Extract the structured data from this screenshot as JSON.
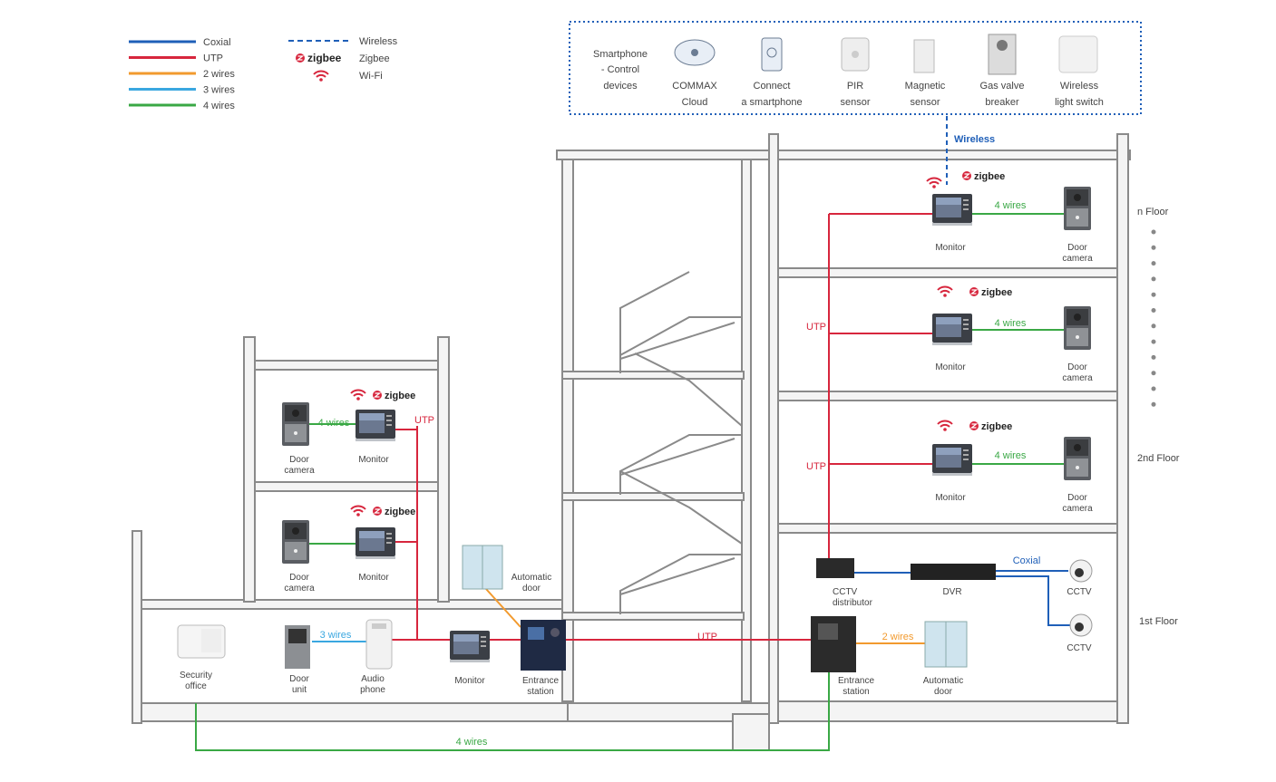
{
  "legend": {
    "items": [
      {
        "label": "Coxial",
        "color": "#1f5fb8"
      },
      {
        "label": "UTP",
        "color": "#d7263d"
      },
      {
        "label": "2 wires",
        "color": "#f29a2e"
      },
      {
        "label": "3 wires",
        "color": "#3aa7e0"
      },
      {
        "label": "4 wires",
        "color": "#3aa845"
      }
    ],
    "wireless": "Wireless",
    "zigbee": "Zigbee",
    "wifi": "Wi-Fi"
  },
  "zigbee_logo": "zigbee",
  "cloud_box": {
    "smartphone_line1": "Smartphone",
    "smartphone_line2": "- Control",
    "smartphone_line3": "devices",
    "items": [
      {
        "line1": "COMMAX",
        "line2": "Cloud"
      },
      {
        "line1": "Connect",
        "line2": "a smartphone"
      },
      {
        "line1": "PIR",
        "line2": "sensor"
      },
      {
        "line1": "Magnetic",
        "line2": "sensor"
      },
      {
        "line1": "Gas valve",
        "line2": "breaker"
      },
      {
        "line1": "Wireless",
        "line2": "light switch"
      }
    ],
    "wireless_label": "Wireless"
  },
  "floors": {
    "n": "n Floor",
    "second": "2nd Floor",
    "first": "1st Floor"
  },
  "devices": {
    "monitor": "Monitor",
    "door_camera_1": "Door",
    "door_camera_2": "camera",
    "door_unit_1": "Door",
    "door_unit_2": "unit",
    "audio_phone_1": "Audio",
    "audio_phone_2": "phone",
    "security_1": "Security",
    "security_2": "office",
    "entrance_1": "Entrance",
    "entrance_2": "station",
    "auto_door_1": "Automatic",
    "auto_door_2": "door",
    "cctv_dist_1": "CCTV",
    "cctv_dist_2": "distributor",
    "dvr": "DVR",
    "cctv": "CCTV"
  },
  "wires": {
    "four": "4 wires",
    "three": "3 wires",
    "two": "2 wires",
    "utp": "UTP",
    "coxial": "Coxial"
  },
  "colors": {
    "coxial": "#1f5fb8",
    "utp": "#d7263d",
    "two": "#f29a2e",
    "three": "#3aa7e0",
    "four": "#3aa845",
    "wifi": "#d7263d",
    "building": "#8a8a8a"
  }
}
